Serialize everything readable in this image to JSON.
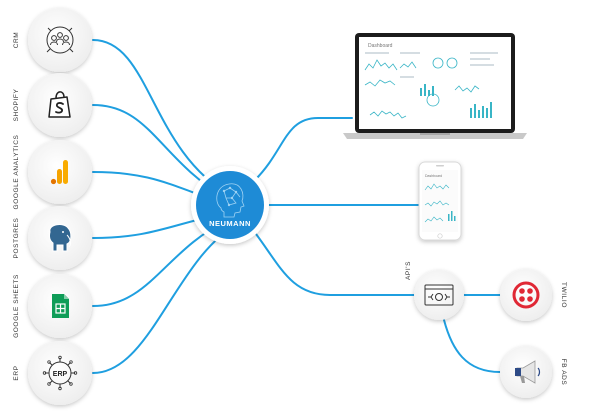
{
  "hub": {
    "label": "NEUMANN",
    "color": "#1e8bd6"
  },
  "line_color": "#1f9fe0",
  "sources": [
    {
      "id": "crm",
      "label": "CRM",
      "icon": "people-network-icon"
    },
    {
      "id": "shopify",
      "label": "SHOPIFY",
      "icon": "shopify-bag-icon"
    },
    {
      "id": "google-analytics",
      "label": "GOOGLE ANALYTICS",
      "icon": "google-analytics-icon"
    },
    {
      "id": "postgres",
      "label": "POSTGRES",
      "icon": "postgres-elephant-icon"
    },
    {
      "id": "google-sheets",
      "label": "GOOGLE SHEETS",
      "icon": "google-sheets-icon"
    },
    {
      "id": "erp",
      "label": "ERP",
      "icon": "erp-gear-icon",
      "icon_text": "ERP"
    }
  ],
  "outputs": {
    "desktop_dashboard": {
      "title": "Dashboard"
    },
    "mobile_dashboard": {
      "title": "Dashboard"
    },
    "apis": {
      "label": "API'S",
      "icon": "api-window-icon",
      "targets": [
        {
          "id": "twilio",
          "label": "TWILIO",
          "icon": "twilio-icon",
          "color": "#e02835"
        },
        {
          "id": "fb-ads",
          "label": "FB ADS",
          "icon": "megaphone-icon",
          "color": "#2e4b87"
        }
      ]
    }
  }
}
